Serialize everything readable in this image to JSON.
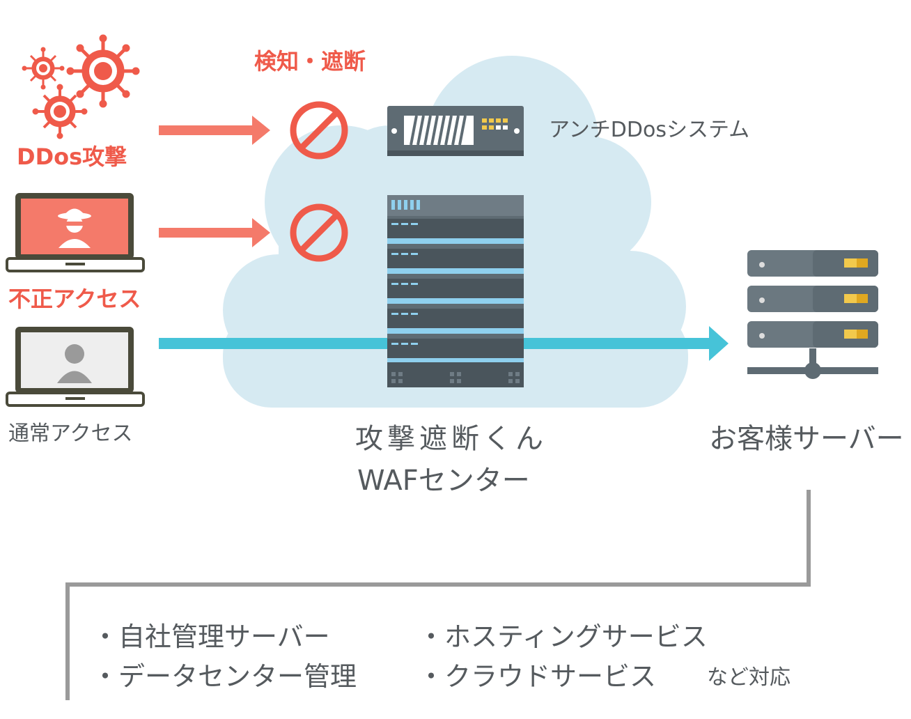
{
  "labels": {
    "detect_block": "検知・遮断",
    "anti_ddos": "アンチDDosシステム",
    "ddos_attack": "DDos攻撃",
    "unauthorized_access": "不正アクセス",
    "normal_access": "通常アクセス",
    "waf_line1": "攻撃遮断くん",
    "waf_line2": "WAFセンター",
    "customer_server": "お客様サーバー"
  },
  "support": {
    "items_left": [
      "・自社管理サーバー",
      "・データセンター管理"
    ],
    "items_right": [
      "・ホスティングサービス",
      "・クラウドサービス"
    ],
    "suffix": "など対応"
  },
  "colors": {
    "attack": "#f47a6a",
    "block": "#ef5a4a",
    "normal_flow": "#46c3d8",
    "cloud": "#d6eaf2",
    "server": "#6b7880",
    "text": "#555a5e"
  }
}
